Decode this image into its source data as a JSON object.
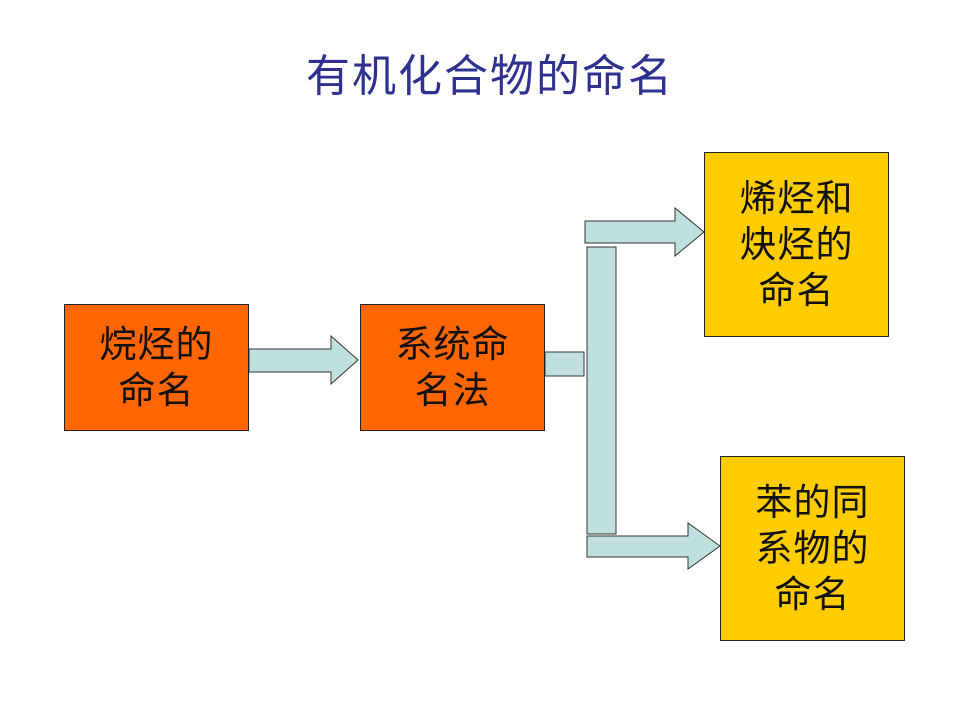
{
  "title": "有机化合物的命名",
  "boxes": {
    "alkane": {
      "line1": "烷烃的",
      "line2": "命名"
    },
    "system": {
      "line1": "系统命",
      "line2": "名法"
    },
    "alkene": {
      "line1": "烯烃和",
      "line2": "炔烃的",
      "line3": "命名"
    },
    "benzene": {
      "line1": "苯的同",
      "line2": "系物的",
      "line3": "命名"
    }
  },
  "colors": {
    "title": "#2e3190",
    "orange_box": "#ff6600",
    "yellow_box": "#ffcc00",
    "connector_fill": "#c0e0e0"
  }
}
